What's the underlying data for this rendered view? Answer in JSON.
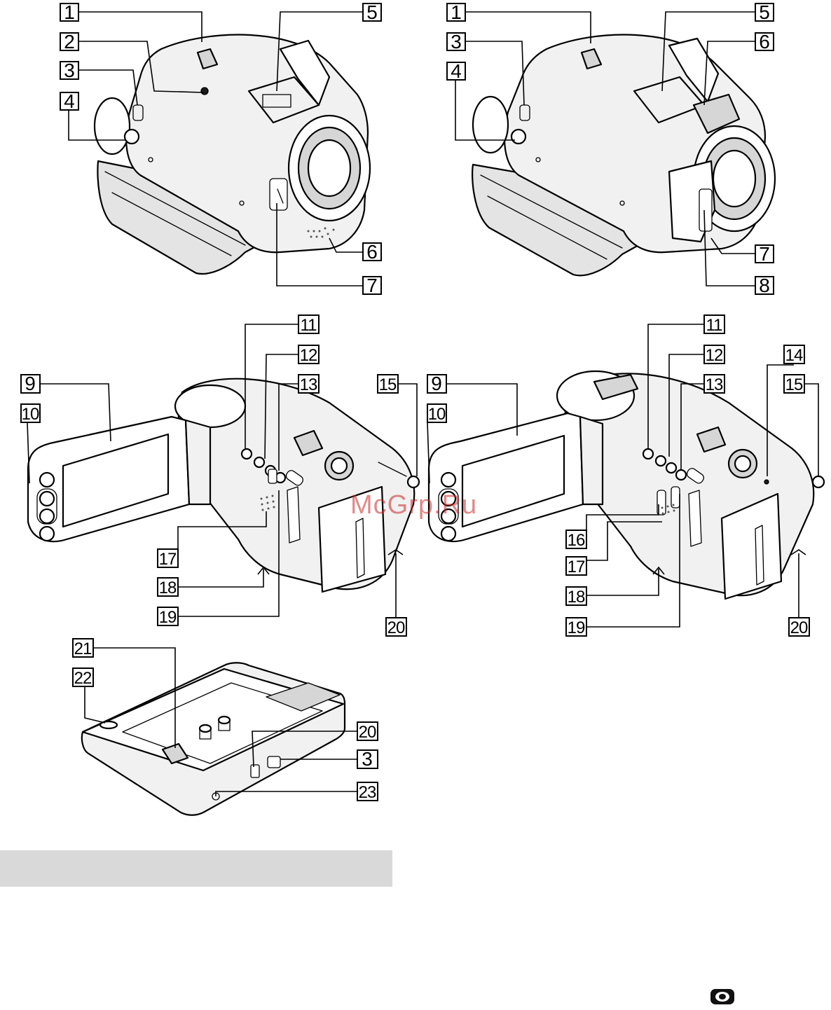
{
  "watermark": "McGrp.Ru",
  "views": [
    {
      "id": "front-left",
      "callouts": [
        "1",
        "2",
        "3",
        "4",
        "5",
        "7",
        "6"
      ]
    },
    {
      "id": "front-right",
      "callouts": [
        "1",
        "3",
        "4",
        "5",
        "6",
        "7",
        "8"
      ]
    },
    {
      "id": "rear-left",
      "callouts": [
        "9",
        "10",
        "11",
        "12",
        "13",
        "15",
        "17",
        "18",
        "19",
        "20"
      ]
    },
    {
      "id": "rear-right",
      "callouts": [
        "9",
        "10",
        "11",
        "12",
        "13",
        "14",
        "15",
        "16",
        "17",
        "18",
        "19",
        "20"
      ]
    },
    {
      "id": "handycam-station",
      "callouts": [
        "21",
        "22",
        "20",
        "3",
        "23"
      ]
    }
  ],
  "icons": {
    "page_footer": "eye-icon"
  },
  "colors": {
    "ink": "#000000",
    "bar": "#d9d9d9",
    "watermark": "#c82828"
  }
}
